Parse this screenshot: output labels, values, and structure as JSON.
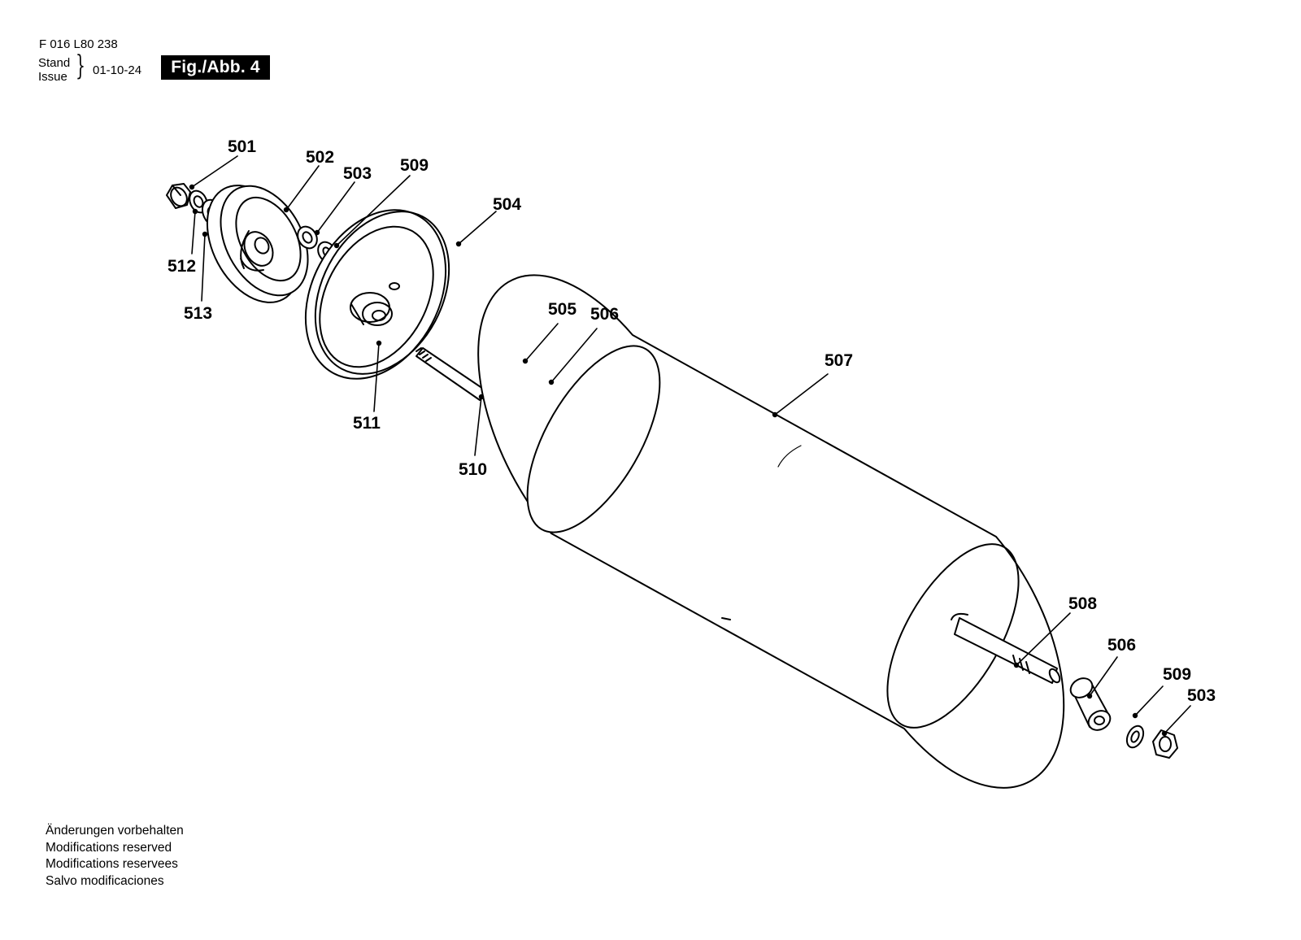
{
  "header": {
    "doc_number": "F 016 L80 238",
    "stand_label": "Stand",
    "issue_label": "Issue",
    "issue_date": "01-10-24",
    "figure_badge": "Fig./Abb. 4"
  },
  "callouts": {
    "c501": "501",
    "c502": "502",
    "c503a": "503",
    "c509a": "509",
    "c504": "504",
    "c512": "512",
    "c513": "513",
    "c505": "505",
    "c506a": "506",
    "c507": "507",
    "c511": "511",
    "c510": "510",
    "c508": "508",
    "c506b": "506",
    "c509b": "509",
    "c503b": "503"
  },
  "footer": {
    "line1": "Änderungen vorbehalten",
    "line2": "Modifications reserved",
    "line3": "Modifications reservees",
    "line4": "Salvo modificaciones"
  }
}
